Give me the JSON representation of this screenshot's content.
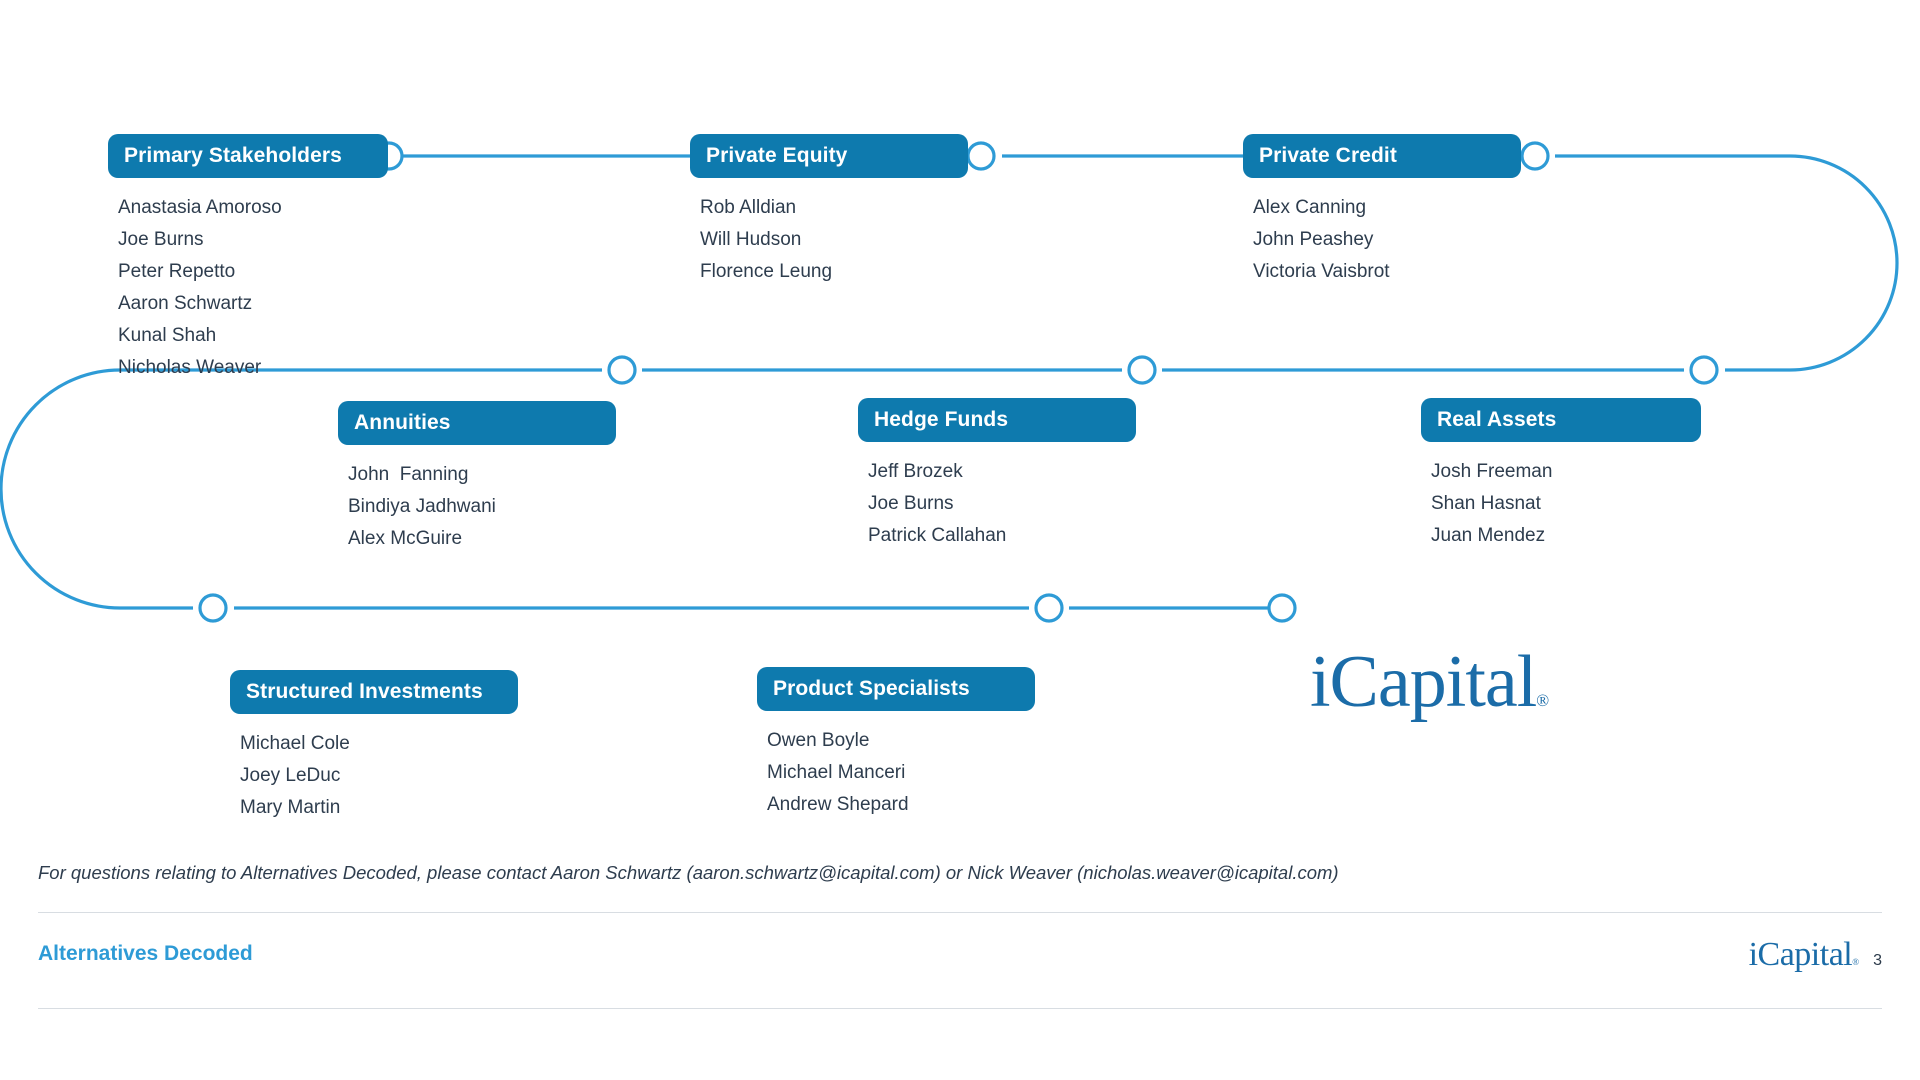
{
  "theme": {
    "node_fill": "#0E7AAE",
    "connector": "#2E9BD6",
    "text": "#2e3d4e",
    "footer_accent": "#2E9BD6",
    "logo_blue": "#1B6CA8"
  },
  "nodes": [
    {
      "id": "primary-stakeholders",
      "title": "Primary Stakeholders",
      "members": [
        "Anastasia Amoroso",
        "Joe Burns",
        "Peter Repetto",
        "Aaron Schwartz",
        "Kunal Shah",
        "Nicholas Weaver"
      ]
    },
    {
      "id": "private-equity",
      "title": "Private Equity",
      "members": [
        "Rob Alldian",
        "Will Hudson",
        "Florence Leung"
      ]
    },
    {
      "id": "private-credit",
      "title": "Private Credit",
      "members": [
        "Alex Canning",
        "John Peashey",
        "Victoria Vaisbrot"
      ]
    },
    {
      "id": "annuities",
      "title": "Annuities",
      "members": [
        "John  Fanning",
        "Bindiya Jadhwani",
        "Alex McGuire"
      ]
    },
    {
      "id": "hedge-funds",
      "title": "Hedge Funds",
      "members": [
        "Jeff Brozek",
        "Joe Burns",
        "Patrick Callahan"
      ]
    },
    {
      "id": "real-assets",
      "title": "Real Assets",
      "members": [
        "Josh Freeman",
        "Shan Hasnat",
        "Juan Mendez"
      ]
    },
    {
      "id": "structured-investments",
      "title": "Structured Investments",
      "members": [
        "Michael Cole",
        "Joey LeDuc",
        "Mary Martin"
      ]
    },
    {
      "id": "product-specialists",
      "title": "Product Specialists",
      "members": [
        "Owen Boyle",
        "Michael Manceri",
        "Andrew Shepard"
      ]
    }
  ],
  "logo": {
    "main": "iCapital",
    "registered": "®"
  },
  "footer": {
    "contact_note": "For questions relating to Alternatives Decoded, please contact Aaron Schwartz (aaron.schwartz@icapital.com) or Nick Weaver (nicholas.weaver@icapital.com)",
    "title": "Alternatives Decoded",
    "logo": "iCapital",
    "registered": "®",
    "page_number": "3"
  }
}
